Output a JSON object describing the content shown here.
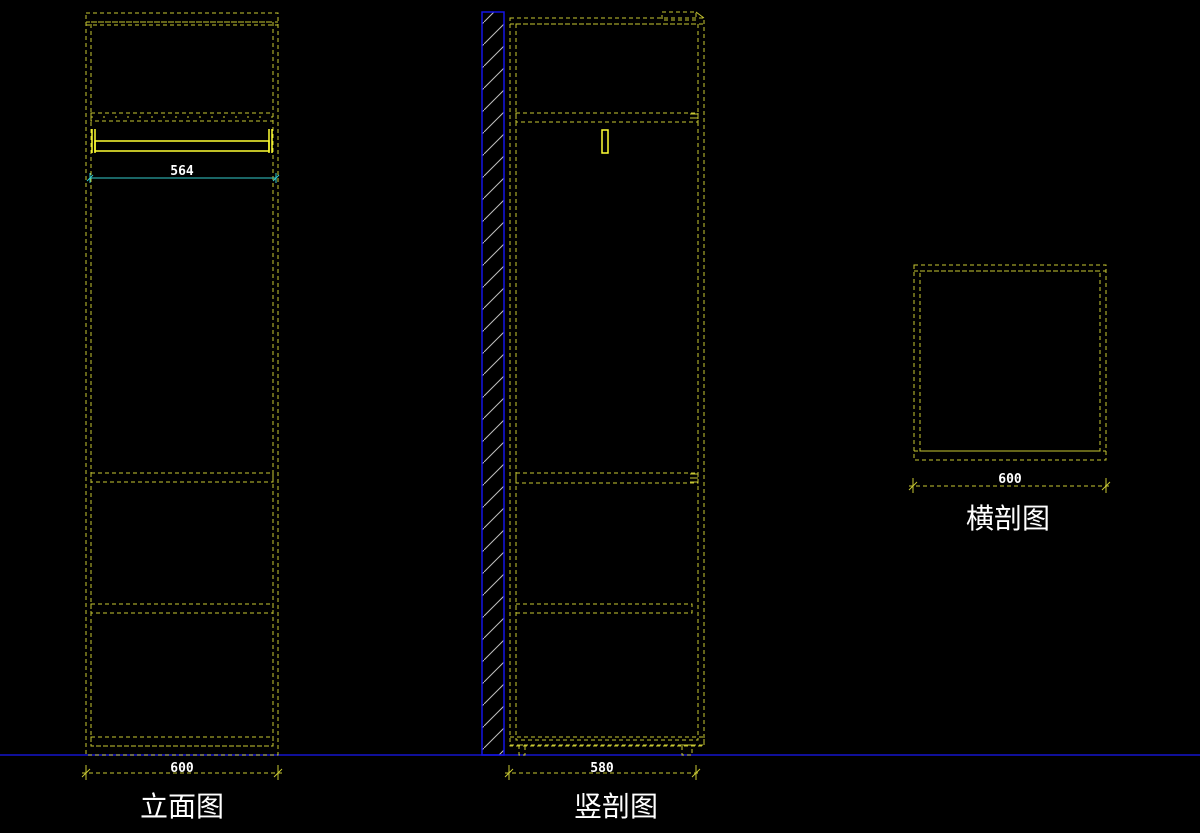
{
  "drawing": {
    "background_color": "#000000",
    "line_color": "#c8c832",
    "rod_color": "#ffff33",
    "dimension_color": "#33cccc",
    "wall_color": "#1414e6",
    "floor_color": "#1414cc",
    "elevation": {
      "title": "立面图",
      "width_dimension": "600",
      "rod_dimension": "564"
    },
    "vertical_section": {
      "title": "竖剖图",
      "depth_dimension": "580"
    },
    "horizontal_section": {
      "title": "横剖图",
      "width_dimension": "600"
    }
  }
}
